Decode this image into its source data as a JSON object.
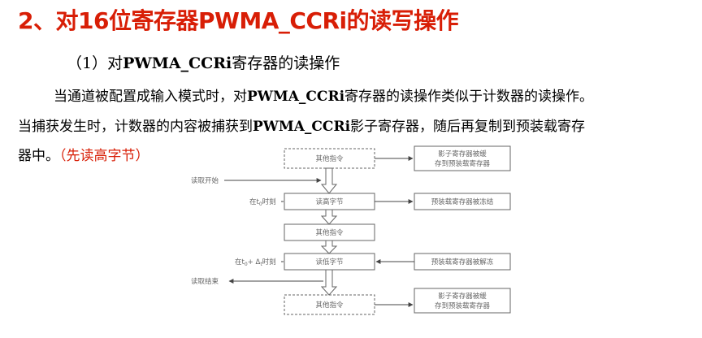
{
  "title": "2、对16位寄存器PWMA_CCRi的读写操作",
  "subtitle": {
    "prefix": "（1）对",
    "reg": "PWMA_CCRi",
    "suffix": "寄存器的读操作"
  },
  "paragraph": {
    "l1_a": "当通道被配置成输入模式时，对",
    "l1_b": "PWMA_CCRi",
    "l1_c": "寄存器的读操作类似于计数器的读操作。",
    "l2_a": "当捕获发生时，计数器的内容被捕获到",
    "l2_b": "PWMA_CCRi",
    "l2_c": "影子寄存器，随后再复制到预装载寄存",
    "l3_a": "器中。",
    "l3_note": "（先读高字节）"
  },
  "diagram": {
    "steps": [
      "其他指令",
      "读高字节",
      "其他指令",
      "读低字节",
      "其他指令"
    ],
    "right_boxes": [
      [
        "影子寄存器被缓",
        "存到预装载寄存器"
      ],
      [
        "预装载寄存器被冻结"
      ],
      [
        "预装载寄存器被解冻"
      ],
      [
        "影子寄存器被缓",
        "存到预装载寄存器"
      ]
    ],
    "read_start": "读取开始",
    "read_end": "读取结束",
    "t0_label": "在t",
    "t0_sub": "0",
    "t0_suffix": "时刻",
    "t1_label": "在t",
    "t1_sub": "0",
    "t1_mid": "+ Δ",
    "t1_sub2": "t",
    "t1_suffix": "时刻"
  }
}
